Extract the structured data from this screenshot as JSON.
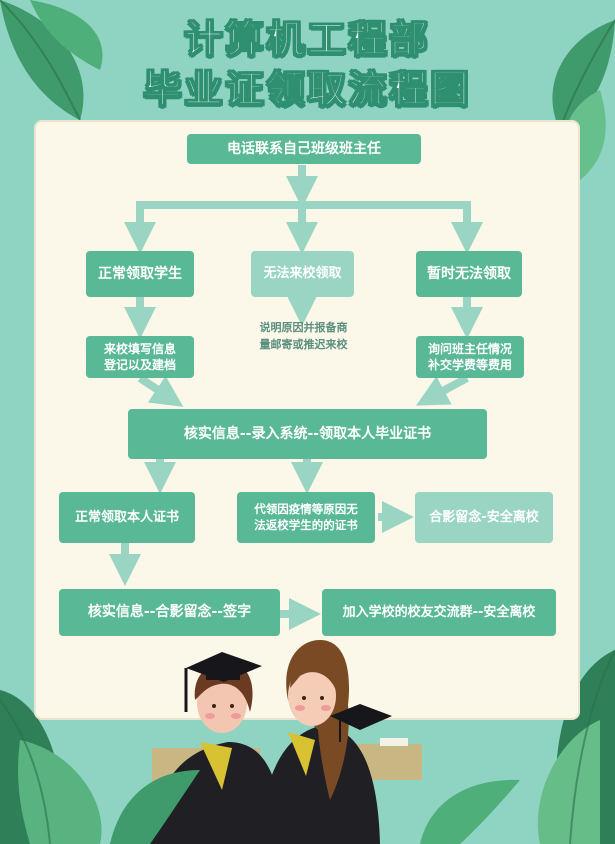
{
  "title": {
    "line1": "计算机工程部",
    "line2": "毕业证领取流程图"
  },
  "flow": {
    "start": "电话联系自己班级班主任",
    "branch_normal": "正常领取学生",
    "branch_cannot_come": "无法来校领取",
    "branch_temporary": "暂时无法领取",
    "note_cannot_come": "说明原因并报备商\n量邮寄或推迟来校",
    "normal_step": "来校填写信息\n登记以及建档",
    "temporary_step": "询问班主任情况\n补交学费等费用",
    "verify": "核实信息--录入系统--领取本人毕业证书",
    "self_collect": "正常领取本人证书",
    "proxy_collect": "代领因疫情等原因无\n法返校学生的的证书",
    "photo_leave": "合影留念-安全离校",
    "verify_sign": "核实信息--合影留念--签字",
    "join_group": "加入学校的校友交流群--安全离校"
  },
  "colors": {
    "background": "#8fd3c3",
    "panel": "#fbf8ea",
    "box_dark": "#59b896",
    "box_light": "#9ad5c3",
    "arrow": "#9ad5c3",
    "title_outline": "#2f8f71"
  },
  "decor": {
    "illustration": "two-graduates-in-gowns",
    "leaves": "tropical-leaves-border"
  }
}
